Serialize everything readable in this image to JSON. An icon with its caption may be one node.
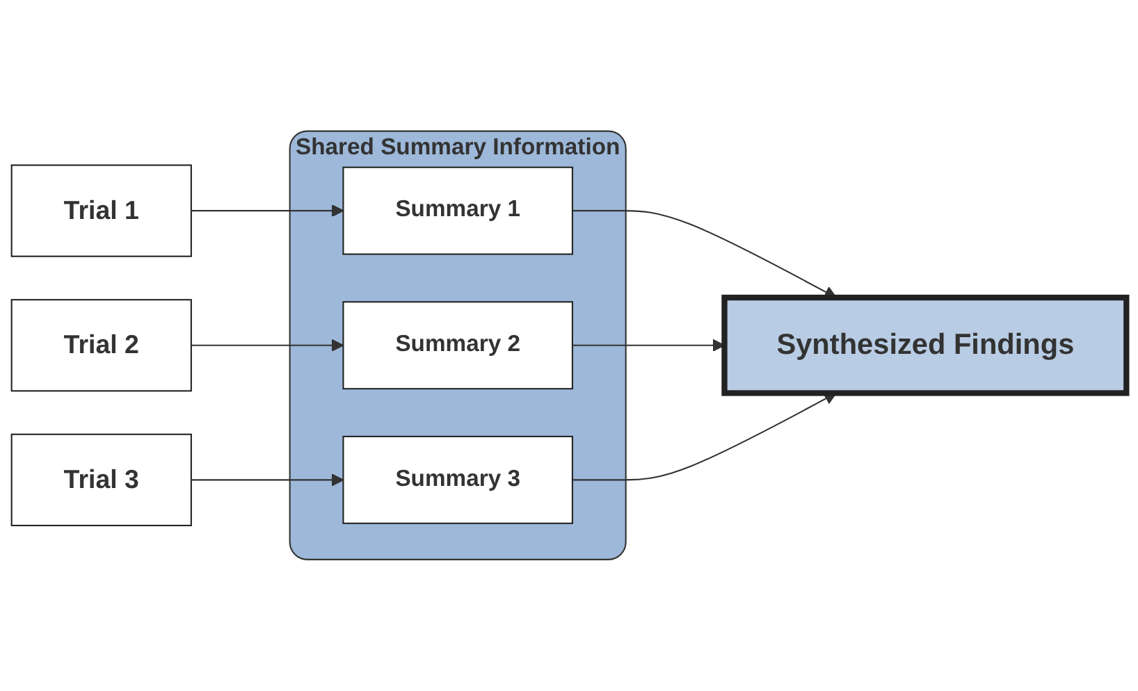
{
  "diagram": {
    "nodes": [
      {
        "text": [
          "Trial 1"
        ]
      },
      {
        "text": [
          "Trial 2"
        ]
      },
      {
        "text": [
          "Trial 3"
        ]
      },
      {
        "text": [
          "Shared Summary Information"
        ]
      },
      {
        "text": [
          "Summary 1"
        ],
        "in": 3
      },
      {
        "text": [
          "Summary 2"
        ],
        "in": 3
      },
      {
        "text": [
          "Summary 3"
        ],
        "in": 3
      },
      {
        "text": [
          "Synthesized Findings"
        ]
      }
    ],
    "edges": [
      {
        "from": 0,
        "to": 4,
        "arrow": "to"
      },
      {
        "from": 1,
        "to": 5,
        "arrow": "to"
      },
      {
        "from": 2,
        "to": 6,
        "arrow": "to"
      },
      {
        "from": 4,
        "to": 7,
        "arrow": "to"
      },
      {
        "from": 5,
        "to": 7,
        "arrow": "to"
      },
      {
        "from": 6,
        "to": 7,
        "arrow": "to"
      }
    ]
  }
}
